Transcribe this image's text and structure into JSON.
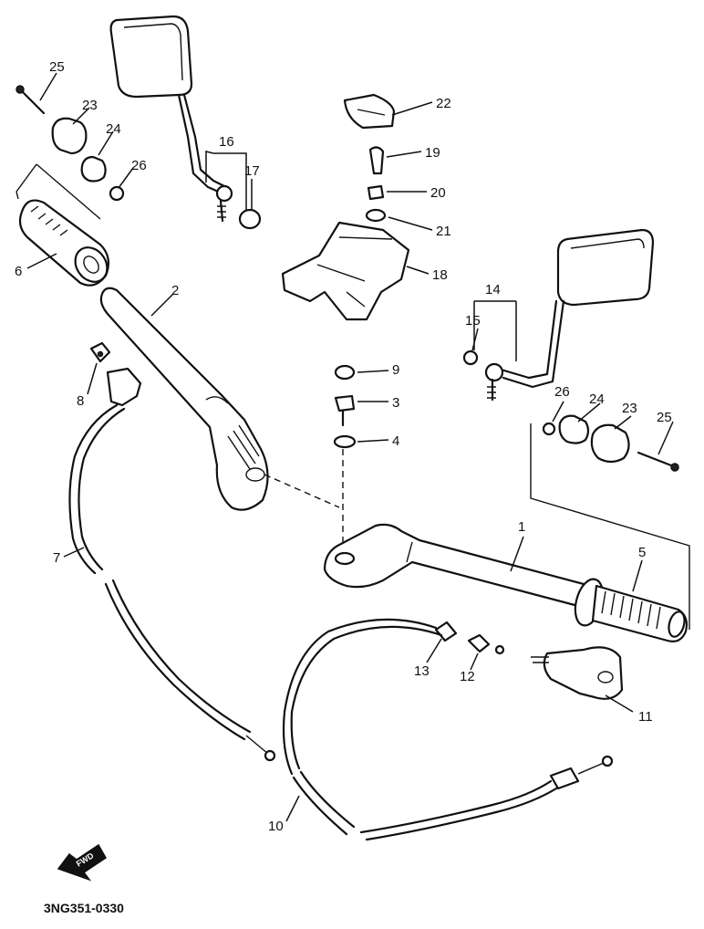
{
  "diagram_code": "3NG351-0330",
  "fwd_label": "FWD",
  "callouts": [
    "1",
    "2",
    "3",
    "4",
    "5",
    "6",
    "7",
    "8",
    "9",
    "10",
    "11",
    "12",
    "13",
    "14",
    "15",
    "16",
    "17",
    "18",
    "19",
    "20",
    "21",
    "22",
    "23",
    "24",
    "25",
    "26",
    "23",
    "24",
    "25",
    "26"
  ]
}
